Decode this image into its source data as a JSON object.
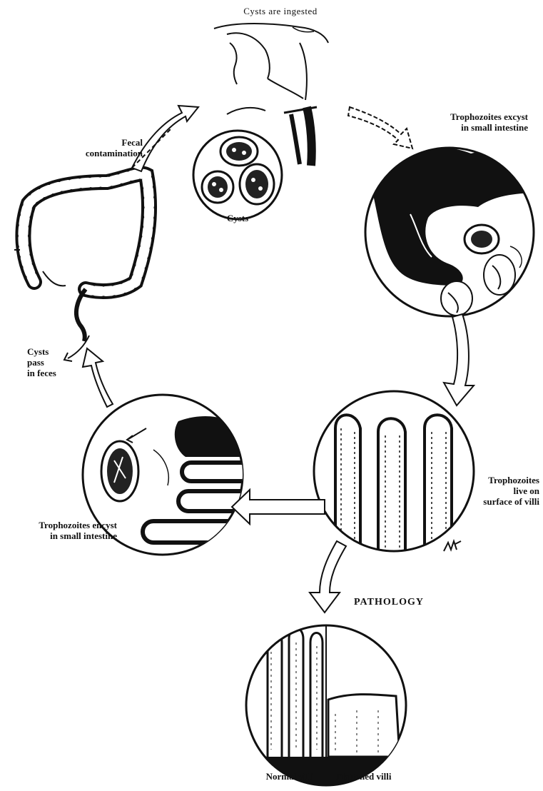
{
  "labels": {
    "cysts_ingested": "Cysts are ingested",
    "excyst": [
      "Trophozoites excyst",
      "in small intestine"
    ],
    "fecal": [
      "Fecal",
      "contamination"
    ],
    "cysts": "Cysts",
    "pass": [
      "Cysts",
      "pass",
      "in feces"
    ],
    "villi_surface": [
      "Trophozoites",
      "live on",
      "surface of villi"
    ],
    "encyst": [
      "Trophozoites encyst",
      "in small intestine"
    ],
    "pathology": "PATHOLOGY",
    "normal_villi": "Normal villi",
    "flattened_villi": "Flattened villi"
  },
  "colors": {
    "ink": "#111111",
    "paper": "#ffffff"
  }
}
